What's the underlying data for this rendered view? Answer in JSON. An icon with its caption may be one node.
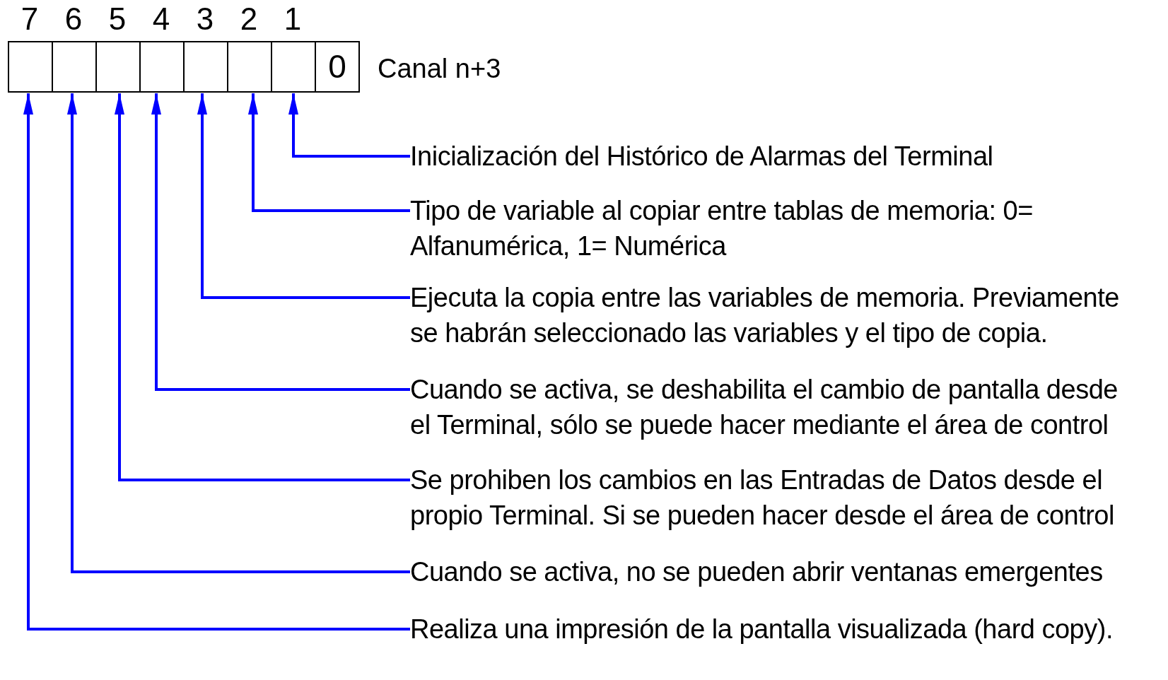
{
  "diagram": {
    "nodes": [
      {
        "text": [],
        "shape": "box"
      },
      {
        "text": [],
        "shape": "box"
      },
      {
        "text": [],
        "shape": "box"
      },
      {
        "text": [],
        "shape": "box"
      },
      {
        "text": [],
        "shape": "box"
      },
      {
        "text": [],
        "shape": "box"
      },
      {
        "text": [],
        "shape": "box"
      },
      {
        "text": [
          "0"
        ]
      },
      {
        "text": [
          "Inicialización del Histórico de Alarmas del Terminal"
        ]
      },
      {
        "text": [
          "Tipo de variable al copiar entre tablas de memoria: 0= Alfanumérica, 1= Numérica"
        ]
      },
      {
        "text": [
          "Ejecuta la copia entre las variables de memoria. Previamente se habrán seleccionado las variables y el tipo de copia."
        ]
      },
      {
        "text": [
          "Cuando se activa, se deshabilita el cambio de pantalla desde el Terminal, sólo se puede hacer mediante el área de control"
        ]
      },
      {
        "text": [
          "Se prohiben los cambios en las Entradas de Datos desde el propio Terminal. Si se pueden hacer desde el área de control"
        ]
      },
      {
        "text": [
          "Cuando se activa, no se pueden abrir ventanas emergentes"
        ]
      },
      {
        "text": [
          "Realiza una impresión de la pantalla visualizada (hard copy)."
        ]
      }
    ],
    "edges": [
      {
        "from": 8,
        "to": 6,
        "arrow": "to"
      },
      {
        "from": 9,
        "to": 5,
        "arrow": "to"
      },
      {
        "from": 10,
        "to": 4,
        "arrow": "to"
      },
      {
        "from": 11,
        "to": 3,
        "arrow": "to"
      },
      {
        "from": 12,
        "to": 2,
        "arrow": "to"
      },
      {
        "from": 13,
        "to": 1,
        "arrow": "to"
      },
      {
        "from": 14,
        "to": 0,
        "arrow": "to"
      }
    ],
    "labels": [
      "7",
      "6",
      "5",
      "4",
      "3",
      "2",
      "1",
      "Canal n+3"
    ]
  }
}
